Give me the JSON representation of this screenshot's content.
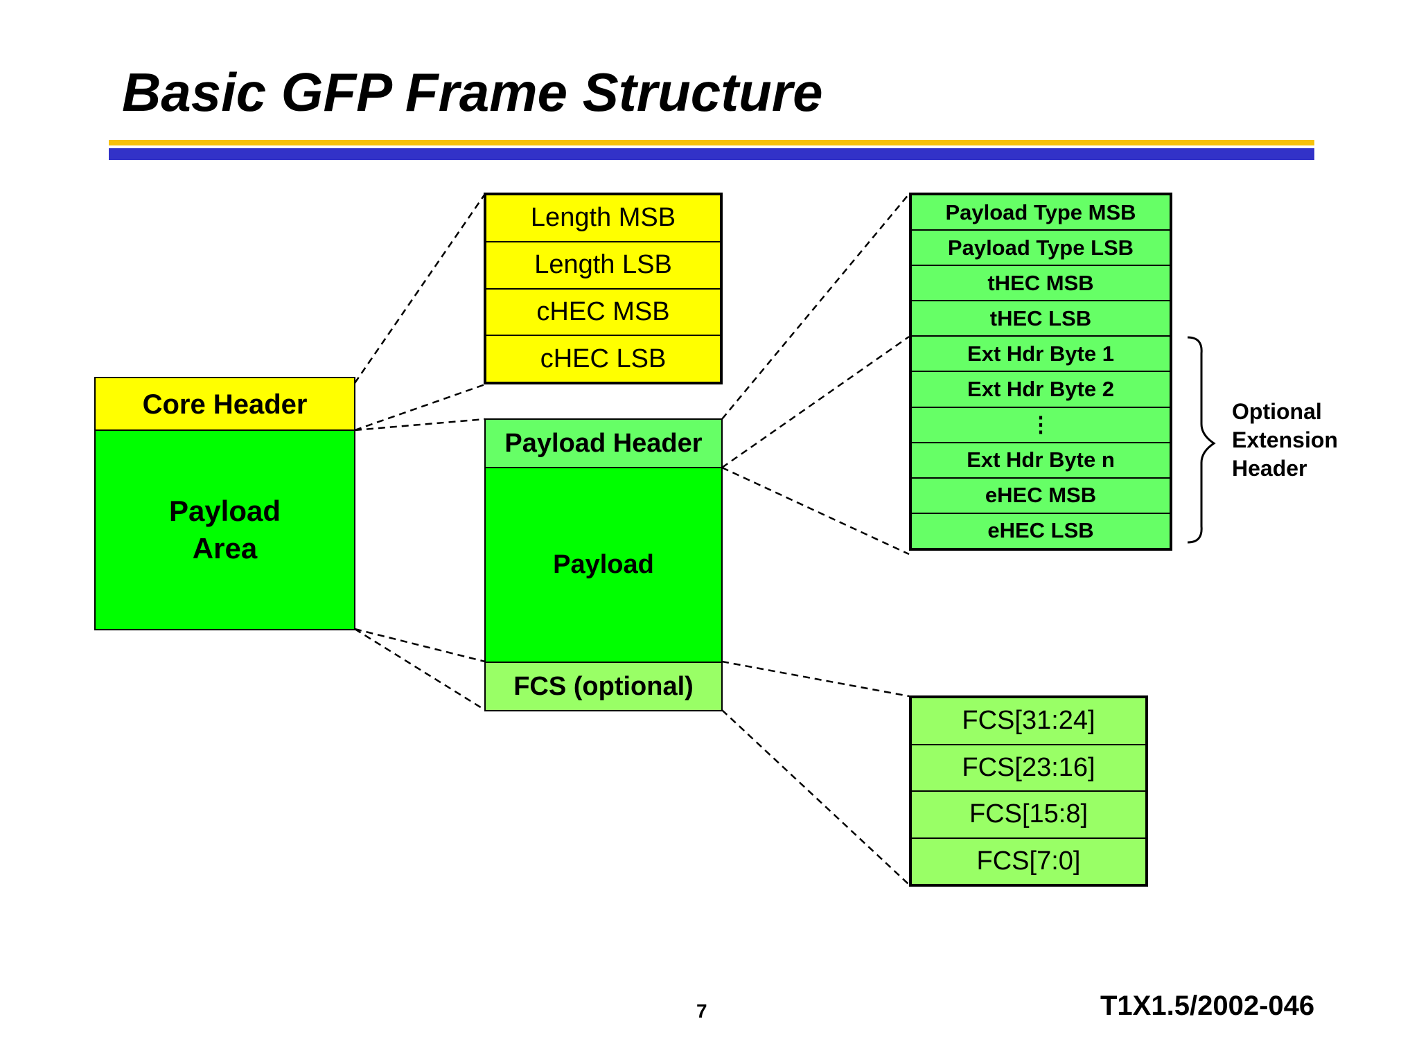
{
  "title": "Basic GFP Frame Structure",
  "frame": {
    "core_header": "Core Header",
    "payload_area_line1": "Payload",
    "payload_area_line2": "Area"
  },
  "core_header_bytes": [
    "Length MSB",
    "Length LSB",
    "cHEC MSB",
    "cHEC LSB"
  ],
  "payload_area": {
    "payload_header": "Payload Header",
    "payload": "Payload",
    "fcs": "FCS (optional)"
  },
  "payload_header_bytes": [
    "Payload Type MSB",
    "Payload Type LSB",
    "tHEC MSB",
    "tHEC LSB",
    "Ext Hdr Byte 1",
    "Ext Hdr Byte 2",
    "⋮",
    "Ext Hdr Byte n",
    "eHEC MSB",
    "eHEC LSB"
  ],
  "optional_extension_header": {
    "line1": "Optional",
    "line2": "Extension",
    "line3": "Header"
  },
  "fcs_bytes": [
    "FCS[31:24]",
    "FCS[23:16]",
    "FCS[15:8]",
    "FCS[7:0]"
  ],
  "footer": {
    "page_number": "7",
    "document_id": "T1X1.5/2002-046"
  },
  "colors": {
    "core_header": "#ffff00",
    "payload_area": "#00ff00",
    "payload_header": "#66ff66",
    "fcs": "#99ff66",
    "rule_yellow": "#f7c20a",
    "rule_blue": "#3232c8"
  }
}
